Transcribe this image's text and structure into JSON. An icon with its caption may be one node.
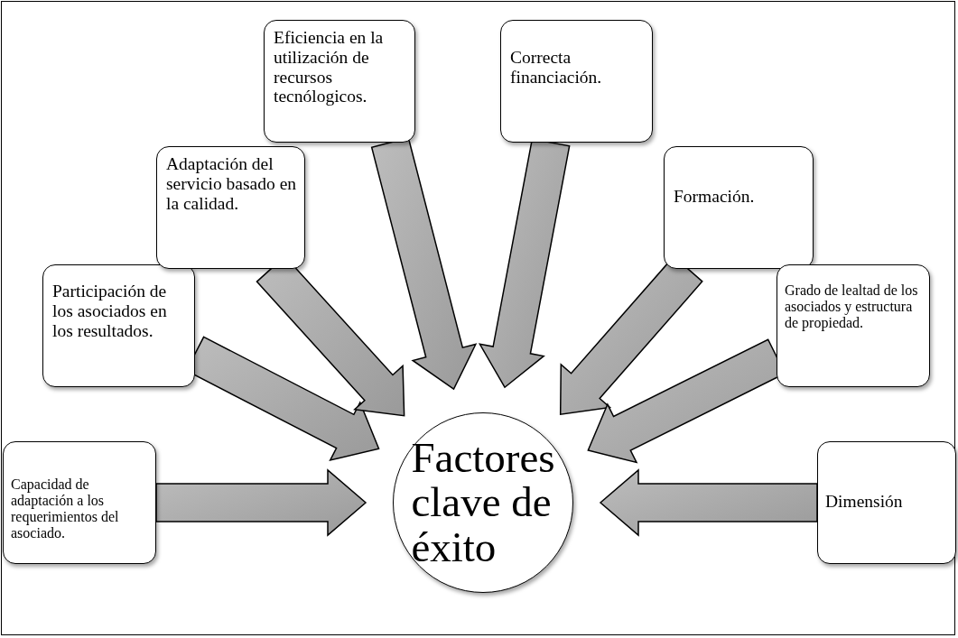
{
  "diagram": {
    "nodes": [
      {
        "text": [
          "Factores clave de éxito"
        ]
      },
      {
        "text": [
          "Capacidad de adaptación a los requerimientos del asociado."
        ]
      },
      {
        "text": [
          "Participación de los asociados en los resultados."
        ]
      },
      {
        "text": [
          "Adaptación del servicio basado en la calidad."
        ]
      },
      {
        "text": [
          "Eficiencia en la utilización de recursos tecnólogicos."
        ]
      },
      {
        "text": [
          "Correcta financiación."
        ]
      },
      {
        "text": [
          "Formación."
        ]
      },
      {
        "text": [
          "Grado de lealtad de los asociados y estructura de propiedad."
        ]
      },
      {
        "text": [
          "Dimensión"
        ]
      }
    ],
    "edges": [
      {
        "from": 1,
        "to": 0,
        "arrow": "to"
      },
      {
        "from": 2,
        "to": 0,
        "arrow": "to"
      },
      {
        "from": 3,
        "to": 0,
        "arrow": "to"
      },
      {
        "from": 4,
        "to": 0,
        "arrow": "to"
      },
      {
        "from": 5,
        "to": 0,
        "arrow": "to"
      },
      {
        "from": 6,
        "to": 0,
        "arrow": "to"
      },
      {
        "from": 7,
        "to": 0,
        "arrow": "to"
      },
      {
        "from": 8,
        "to": 0,
        "arrow": "to"
      }
    ]
  }
}
